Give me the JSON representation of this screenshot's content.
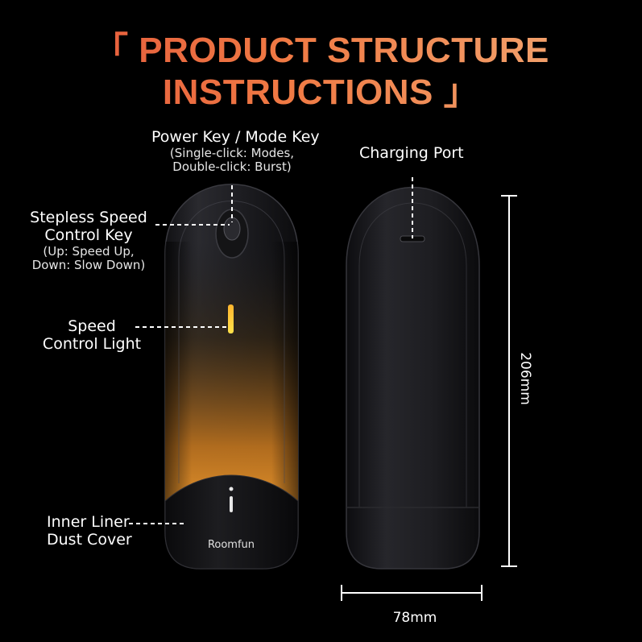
{
  "title": {
    "line1": "「 PRODUCT STRUCTURE",
    "line2": "INSTRUCTIONS 」"
  },
  "labels": {
    "power_key": {
      "main": "Power Key / Mode Key",
      "sub1": "(Single-click: Modes,",
      "sub2": "Double-click: Burst)"
    },
    "charging_port": {
      "main": "Charging Port"
    },
    "speed_key": {
      "main1": "Stepless Speed",
      "main2": "Control Key",
      "sub1": "(Up: Speed Up,",
      "sub2": "Down: Slow Down)"
    },
    "speed_light": {
      "main1": "Speed",
      "main2": "Control Light"
    },
    "dust_cover": {
      "main1": "Inner Liner",
      "main2": "Dust Cover"
    }
  },
  "brand": "Roomfun",
  "dimensions": {
    "height": "206mm",
    "width": "78mm"
  },
  "colors": {
    "title_start": "#e2533a",
    "title_end": "#f3ad78",
    "amber_glow": "#e58a22",
    "light_bar": "#ffd23a",
    "body_dark": "#1b1b1e"
  }
}
